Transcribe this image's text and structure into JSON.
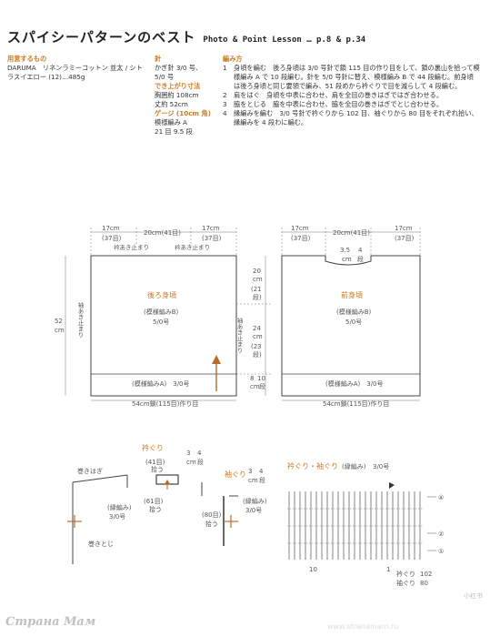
{
  "header": {
    "title": "スパイシーパターンのベスト",
    "subtitle": "Photo & Point Lesson … p.8 & p.34"
  },
  "materials": {
    "heading": "用意するもの",
    "line1": "DARUMA　リネンラミーコットン 並太 / シト",
    "line2": "ラスイエロー (12)…485g"
  },
  "needle": {
    "heading": "針",
    "line1": "かぎ針 3/0 号、",
    "line2": "5/0 号"
  },
  "finished": {
    "heading": "でき上がり寸法",
    "line1": "胸囲約 108cm",
    "line2": "丈約 52cm"
  },
  "gauge": {
    "heading": "ゲージ (10cm 角)",
    "line1": "模様編み A",
    "line2": "21 目 9.5 段"
  },
  "instructions": {
    "heading": "編み方",
    "steps": [
      {
        "n": "1",
        "l1": "身頃を編む　後ろ身頃は 3/0 号針で鎖 115 目の作り目をして、鎖の裏山を拾って模",
        "l2": "様編み A で 10 段編む。針を 5/0 号針に替え、模様編み B で 44 段編む。前身頃",
        "l3": "は後ろ身頃と同じ要領で編み、51 段めから衿ぐりで目を減らして 4 段編む。"
      },
      {
        "n": "2",
        "l1": "肩をはぐ　身頃を中表に合わせ、肩を全目の巻きはぎではぎ合わせる。"
      },
      {
        "n": "3",
        "l1": "脇をとじる　脇を中表に合わせ、脇を全目の巻きはぎでとじ合わせる。"
      },
      {
        "n": "4",
        "l1": "縁編みを編む　3/0 号針で衿ぐりから 102 目、袖ぐりから 80 目をそれぞれ拾い、",
        "l2": "縁編みを 4 段わに編む。"
      }
    ]
  },
  "back": {
    "top_left": "17cm",
    "top_left2": "(37目)",
    "top_mid": "20cm(41目)",
    "top_right": "17cm",
    "top_right2": "(37目)",
    "arm_left": "衿あき止まり",
    "arm_mid": "衿あき止まり",
    "name": "後ろ身頃",
    "pattern": "(模様編みB)",
    "needle": "5/0号",
    "border": "(模様編みA)　3/0号",
    "total_h": "52",
    "total_h_unit": "cm",
    "side_mark": "袖あき止まり",
    "r1": "20",
    "r1u": "cm",
    "r1b": "(21",
    "r1c": "段)",
    "r2": "24",
    "r2u": "cm",
    "r2b": "(23",
    "r2c": "段)",
    "r3": "8",
    "r3u": "cm",
    "r3b": "10",
    "r3c": "段",
    "bottom": "54cm鎖(115目)作り目"
  },
  "front": {
    "top_left": "17cm",
    "top_left2": "(37目)",
    "top_mid": "20cm(41目)",
    "top_right": "17cm",
    "top_right2": "(37目)",
    "neck_a": "3.5",
    "neck_b": "4",
    "neck_c": "cm",
    "neck_d": "段",
    "name": "前身頃",
    "pattern": "(模様編みB)",
    "needle": "5/0号",
    "border": "(模様編みA)　3/0号",
    "bottom": "54cm鎖(115目)作り目"
  },
  "finishing": {
    "neck_title": "衿ぐり",
    "sleeve_title": "袖ぐり",
    "shoulder_seam": "巻きはぎ",
    "side_seam": "巻きとじ",
    "neck_top1": "(41目)",
    "neck_top2": "拾う",
    "neck_h1": "3",
    "neck_h2": "4",
    "neck_h3": "cm",
    "neck_h4": "段",
    "sl_h1": "3",
    "sl_h2": "4",
    "sl_h3": "cm",
    "sl_h4": "段",
    "neck_bot1": "(61目)",
    "neck_bot2": "拾う",
    "edge_l1": "(縁編み)",
    "edge_l2": "3/0号",
    "edge_r1": "(縁編み)",
    "edge_r2": "3/0号",
    "sl_pick1": "(80目)",
    "sl_pick2": "拾う"
  },
  "chart": {
    "title": "衿ぐり・袖ぐり",
    "pattern": "(縁編み)",
    "needle": "3/0号",
    "row4": "④",
    "row2": "②",
    "row1": "①",
    "st10": "10",
    "st1": "1",
    "neck_label": "衿ぐり",
    "neck_count": "102",
    "sleeve_label": "袖ぐり",
    "sleeve_count": "80"
  },
  "watermarks": {
    "left": "Страна Мам",
    "right": "小红书",
    "site": "www.stranamam.ru"
  }
}
